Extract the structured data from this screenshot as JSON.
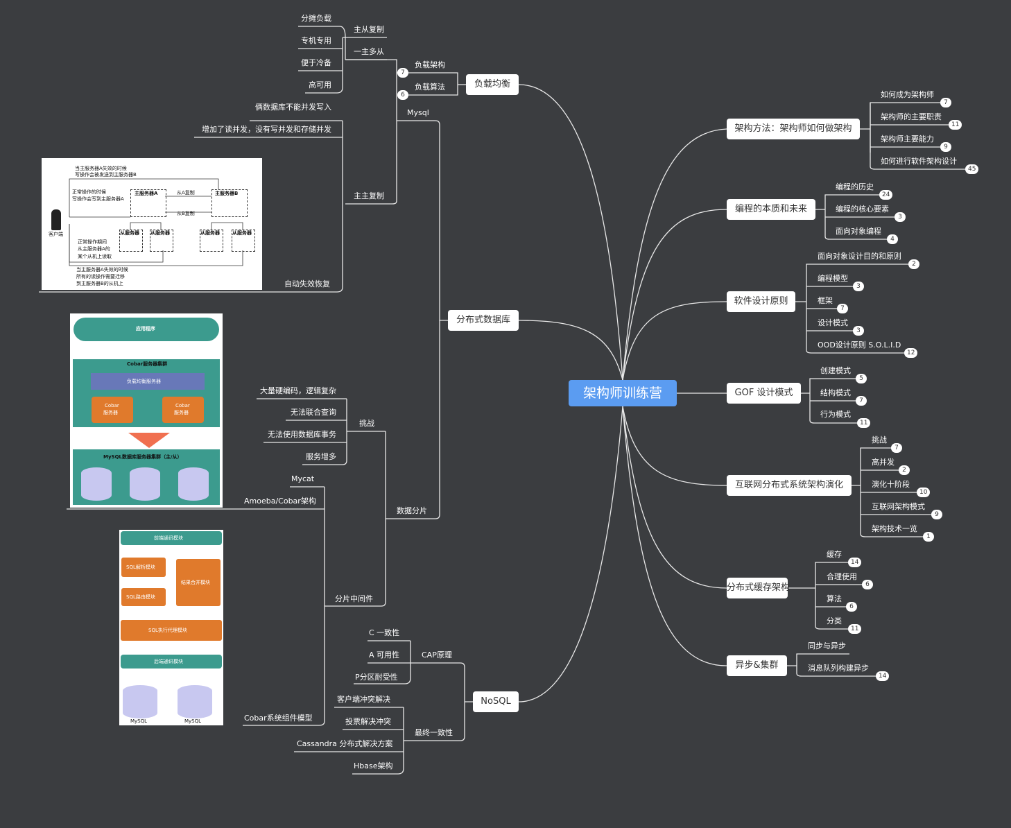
{
  "root": "架构师训练营",
  "branches": {
    "b1": {
      "label": "架构方法：架构师如何做架构",
      "children": [
        {
          "label": "如何成为架构师",
          "badge": "7"
        },
        {
          "label": "架构师的主要职责",
          "badge": "11"
        },
        {
          "label": "架构师主要能力",
          "badge": "9"
        },
        {
          "label": "如何进行软件架构设计",
          "badge": "45"
        }
      ]
    },
    "b2": {
      "label": "编程的本质和未来",
      "children": [
        {
          "label": "编程的历史",
          "badge": "24"
        },
        {
          "label": "编程的核心要素",
          "badge": "3"
        },
        {
          "label": "面向对象编程",
          "badge": "4"
        }
      ]
    },
    "b3": {
      "label": "软件设计原则",
      "children": [
        {
          "label": "面向对象设计目的和原则",
          "badge": "2"
        },
        {
          "label": "编程模型",
          "badge": "3"
        },
        {
          "label": "框架",
          "badge": "7"
        },
        {
          "label": "设计模式",
          "badge": "3"
        },
        {
          "label": "OOD设计原则 S.O.L.I.D",
          "badge": "12"
        }
      ]
    },
    "b4": {
      "label": "GOF 设计模式",
      "children": [
        {
          "label": "创建模式",
          "badge": "5"
        },
        {
          "label": "结构模式",
          "badge": "7"
        },
        {
          "label": "行为模式",
          "badge": "11"
        }
      ]
    },
    "b5": {
      "label": "互联网分布式系统架构演化",
      "children": [
        {
          "label": "挑战",
          "badge": "7"
        },
        {
          "label": "高并发",
          "badge": "2"
        },
        {
          "label": "演化十阶段",
          "badge": "10"
        },
        {
          "label": "互联网架构模式",
          "badge": "9"
        },
        {
          "label": "架构技术一览",
          "badge": "1"
        }
      ]
    },
    "b6": {
      "label": "分布式缓存架构",
      "children": [
        {
          "label": "缓存",
          "badge": "14"
        },
        {
          "label": "合理使用",
          "badge": "6"
        },
        {
          "label": "算法",
          "badge": "6"
        },
        {
          "label": "分类",
          "badge": "11"
        }
      ]
    },
    "b7": {
      "label": "异步&集群",
      "children": [
        {
          "label": "同步与异步",
          "badge": ""
        },
        {
          "label": "消息队列构建异步",
          "badge": "14"
        }
      ]
    },
    "lb": {
      "label": "负载均衡",
      "children": [
        {
          "label": "负载架构",
          "badge": "7"
        },
        {
          "label": "负载算法",
          "badge": "6"
        }
      ]
    },
    "dd": {
      "label": "分布式数据库"
    },
    "nosql": {
      "label": "NoSQL"
    }
  },
  "lb_arch": {
    "a": "主从复制",
    "b": "一主多从",
    "leaves": [
      "分摊负载",
      "专机专用",
      "便于冷备",
      "高可用"
    ]
  },
  "mysql": {
    "label": "Mysql",
    "items": [
      "俩数据库不能并发写入",
      "增加了读并发，没有写并发和存储并发"
    ],
    "mm": "主主复制",
    "auto": "自动失效恢复"
  },
  "shard": {
    "label": "数据分片",
    "challenge": "挑战",
    "challenges": [
      "大量硬编码，逻辑复杂",
      "无法联合查询",
      "无法使用数据库事务",
      "服务增多"
    ],
    "middleware": "分片中间件",
    "mw_items": [
      "Mycat",
      "Amoeba/Cobar架构",
      "Cobar系统组件模型"
    ]
  },
  "nosql_d": {
    "cap": "CAP原理",
    "cap_items": [
      "C 一致性",
      "A 可用性",
      "P分区耐受性"
    ],
    "ev": "最终一致性",
    "ev_items": [
      "客户端冲突解决",
      "投票解决冲突",
      "Cassandra 分布式解决方案",
      "Hbase架构"
    ]
  },
  "img1": {
    "client": "客户端",
    "a": "主服务器A",
    "b": "主服务器B",
    "ab": "从A复制",
    "ba": "从B复制",
    "slave": "从服务器",
    "n1": "当主服务器A失效的时候",
    "n2": "写操作会被发送到主服务器B",
    "n3": "正常操作的时候",
    "n4": "写操作会写到主服务器A",
    "n5": "正常操作期间",
    "n6": "从主服务器A的",
    "n7": "某个从机上读取",
    "n8": "当主服务器A失效的时候",
    "n9": "所有的读操作需要迁移",
    "n10": "到主服务器B的从机上"
  },
  "img2": {
    "app": "应用程序",
    "cluster": "Cobar服务器集群",
    "lb": "负载均衡服务器",
    "srv1": "Cobar",
    "srv2": "服务器",
    "mysql": "MySQL数据库服务器集群（主/从）"
  },
  "img3": {
    "front": "前端通讯模块",
    "parse": "SQL解析模块",
    "merge": "结果合并模块",
    "route": "SQL路由模块",
    "exec": "SQL执行代理模块",
    "back": "后端通讯模块",
    "db": "MySQL"
  }
}
